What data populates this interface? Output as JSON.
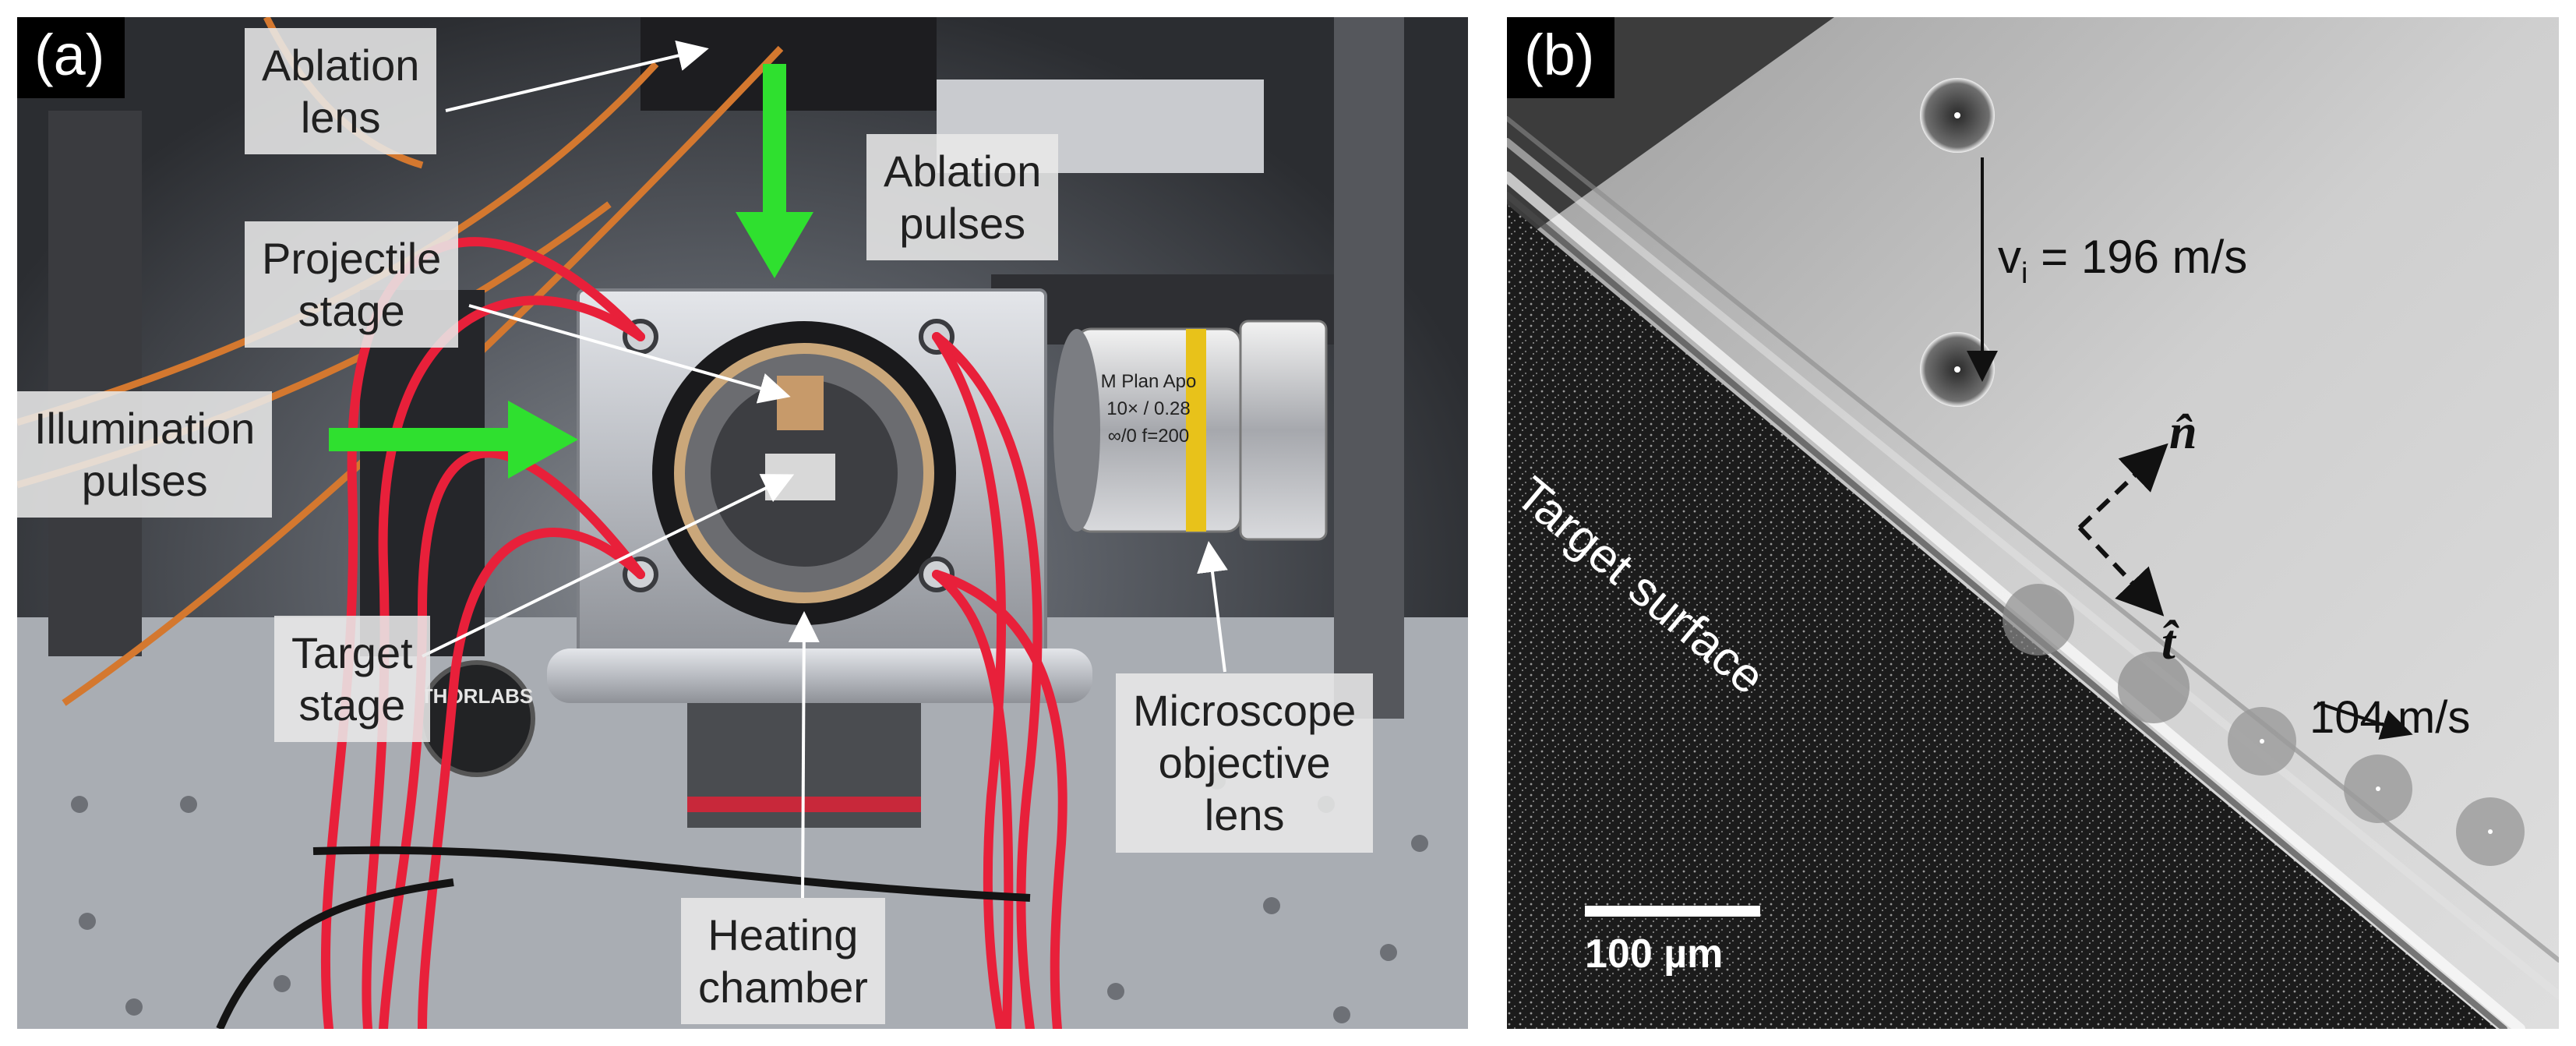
{
  "panel_a": {
    "tag": "(a)",
    "labels": {
      "ablation_lens": [
        "Ablation",
        "lens"
      ],
      "ablation_pulses": [
        "Ablation",
        "pulses"
      ],
      "projectile_stage": [
        "Projectile",
        "stage"
      ],
      "illumination_pulses": [
        "Illumination",
        "pulses"
      ],
      "target_stage": [
        "Target",
        "stage"
      ],
      "heating_chamber": [
        "Heating",
        "chamber"
      ],
      "microscope_objective_lens": [
        "Microscope",
        "objective",
        "lens"
      ]
    },
    "objective_engraving": [
      "M Plan Apo",
      "10× / 0.28",
      "∞/0 f=200"
    ],
    "mount_brand": "THORLABS",
    "colors": {
      "green_arrow": "#2fe02f",
      "red_wires": "#e8203a",
      "orange_fibers": "#d4782f",
      "label_box": "#e8e8e8"
    }
  },
  "panel_b": {
    "tag": "(b)",
    "velocity_incident": "v",
    "velocity_incident_subscript": "i",
    "velocity_incident_value": " = 196 m/s",
    "velocity_rebound": "104 m/s",
    "target_surface": "Target surface",
    "normal_vector": "n̂",
    "tangent_vector": "t̂",
    "scale_bar": "100 µm"
  }
}
